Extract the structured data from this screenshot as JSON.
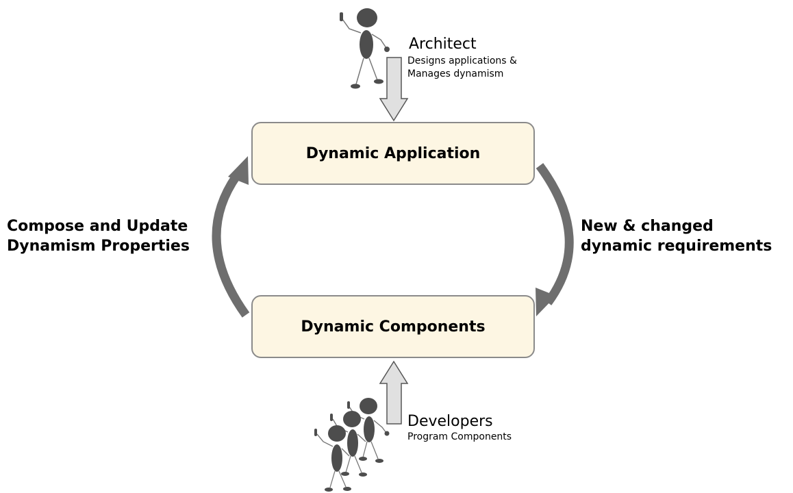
{
  "boxes": {
    "top": "Dynamic Application",
    "bottom": "Dynamic Components"
  },
  "left_label": {
    "line1": "Compose and Update",
    "line2": "Dynamism Properties"
  },
  "right_label": {
    "line1": "New & changed",
    "line2": "dynamic requirements"
  },
  "architect": {
    "title": "Architect",
    "desc_line1": "Designs applications &",
    "desc_line2": "Manages dynamism"
  },
  "developers": {
    "title": "Developers",
    "desc_line1": "Program Components"
  },
  "colors": {
    "box_fill": "#fdf6e3",
    "box_stroke": "#8a8a8a",
    "cycle_arrow": "#6e6e6e",
    "input_arrow_fill": "#e0e0e0",
    "figure": "#4d4d4d"
  }
}
